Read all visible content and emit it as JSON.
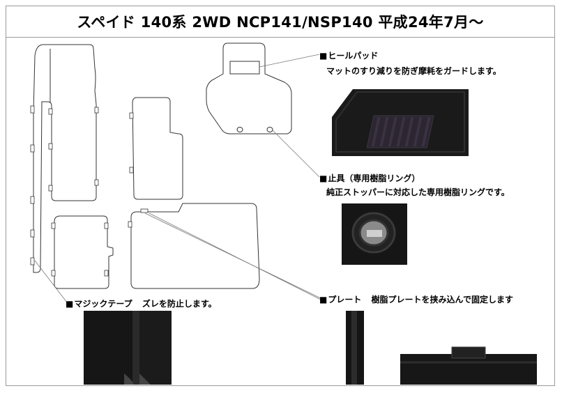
{
  "title": "スペイド 140系 2WD NCP141/NSP140 平成24年7月～",
  "bullet": "■",
  "features": {
    "heel_pad": {
      "heading": "ヒールパッド",
      "description": "マットのすり減りを防ぎ摩耗をガードします。"
    },
    "stopper": {
      "heading": "止具（専用樹脂リング）",
      "description": "純正ストッパーに対応した専用樹脂リングです。"
    },
    "magic_tape": {
      "heading": "マジックテープ",
      "description": "ズレを防止します。"
    },
    "plate": {
      "heading": "プレート",
      "description": "樹脂プレートを挟み込んで固定します"
    }
  },
  "colors": {
    "mat_outline": "#333333",
    "frame_border": "#9a9a9a",
    "carpet_dark": "#141414",
    "heel_pad_stripe": "#3a3242",
    "ring_gray": "#8a8a8a"
  }
}
